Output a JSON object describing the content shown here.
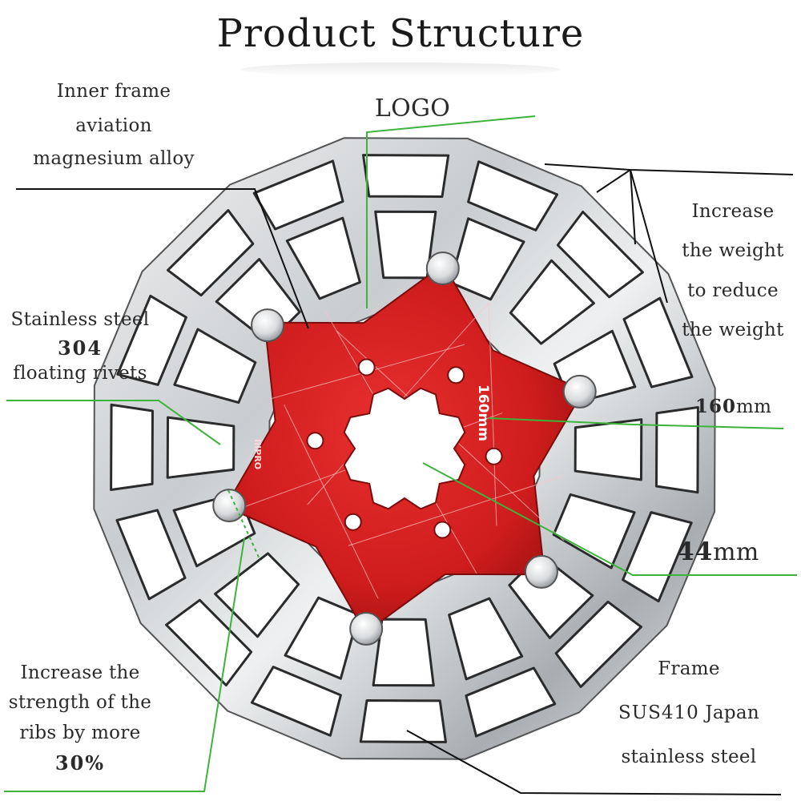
{
  "title": "Product Structure",
  "callouts": {
    "inner_frame": [
      "Inner frame",
      "aviation",
      "magnesium alloy"
    ],
    "logo": "LOGO",
    "weight": [
      "Increase",
      "the weight",
      "to reduce",
      "the weight"
    ],
    "rivets_line1": "Stainless steel",
    "rivets_num": "304",
    "rivets_line3": "floating rivets",
    "size_160_num": "160",
    "size_160_unit": "mm",
    "size_44_num": "44",
    "size_44_unit": "mm",
    "ribs": [
      "Increase the",
      "strength of the",
      "ribs by more"
    ],
    "ribs_pct": "30%",
    "frame_line1": "Frame",
    "frame_num": "SUS410",
    "frame_word": " Japan",
    "frame_line3": "stainless steel"
  },
  "rotor_markings": {
    "size": "160mm",
    "brand": "IIIPRO"
  },
  "colors": {
    "hub": "#d81e1e",
    "hub_dark": "#9e1010",
    "steel": "#d6d8da",
    "steel_dark": "#8c9094",
    "leader_green": "#3cb43c",
    "leader_dark": "#111111"
  }
}
